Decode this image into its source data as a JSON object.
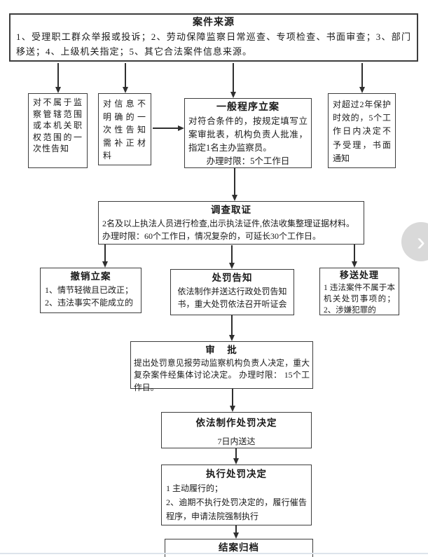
{
  "flowchart": {
    "source": {
      "title": "案件来源",
      "body": "1、受理职工群众举报或投诉；2、劳动保障监察日常巡查、专项检查、书面审查；3、部门移送；4、上级机关指定；5、其它合法案件信息来源。"
    },
    "notice_jurisdiction": {
      "body": "对不属于监察管辖范围或本机关职权范围的一次性告知"
    },
    "notice_supplement": {
      "body": "对信息不明确的一次性告知需补正材料"
    },
    "filing": {
      "title": "一般程序立案",
      "body": "对符合条件的，按规定填写立案审批表，机构负责人批准，指定1名主办监察员。",
      "time_limit": "办理时限：5个工作日"
    },
    "reject": {
      "body": "对超过2年保护时效的，5个工作日内决定不予受理，书面通知"
    },
    "investigation": {
      "title": "调查取证",
      "body": "2名及以上执法人员进行检查,出示执法证件,依法收集整理证据材料。",
      "time_limit": "办理时限：60个工作日，情况复杂的，可延长30个工作日。"
    },
    "withdraw": {
      "title": "撤销立案",
      "items": [
        "1、情节轻微且已改正；",
        "2、违法事实不能成立的"
      ]
    },
    "notify": {
      "title": "处罚告知",
      "body": "依法制作并送达行政处罚告知书，重大处罚依法召开听证会"
    },
    "transfer": {
      "title": "移送处理",
      "body": "1 违法案件不属于本机关处罚事项的；2、涉嫌犯罪的"
    },
    "approval": {
      "title": "审　批",
      "body": "提出处罚意见报劳动监察机构负责人决定，重大复杂案件经集体讨论决定。 办理时限： 15个工作日。"
    },
    "decision": {
      "title": "依法制作处罚决定",
      "note": "7日内送达"
    },
    "execution": {
      "title": "执行处罚决定",
      "items": [
        "1 主动履行的；",
        "2、逾期不执行处罚决定的，履行催告程序，申请法院强制执行"
      ]
    },
    "archive": {
      "title": "结案归档"
    }
  },
  "controls": {
    "next_icon": "›"
  },
  "colors": {
    "box_border": "#3d3d3d",
    "arrow": "#2f2f2f",
    "scroll_button": "#d9d9d9",
    "page_bottom_line": "#dde4eb"
  }
}
